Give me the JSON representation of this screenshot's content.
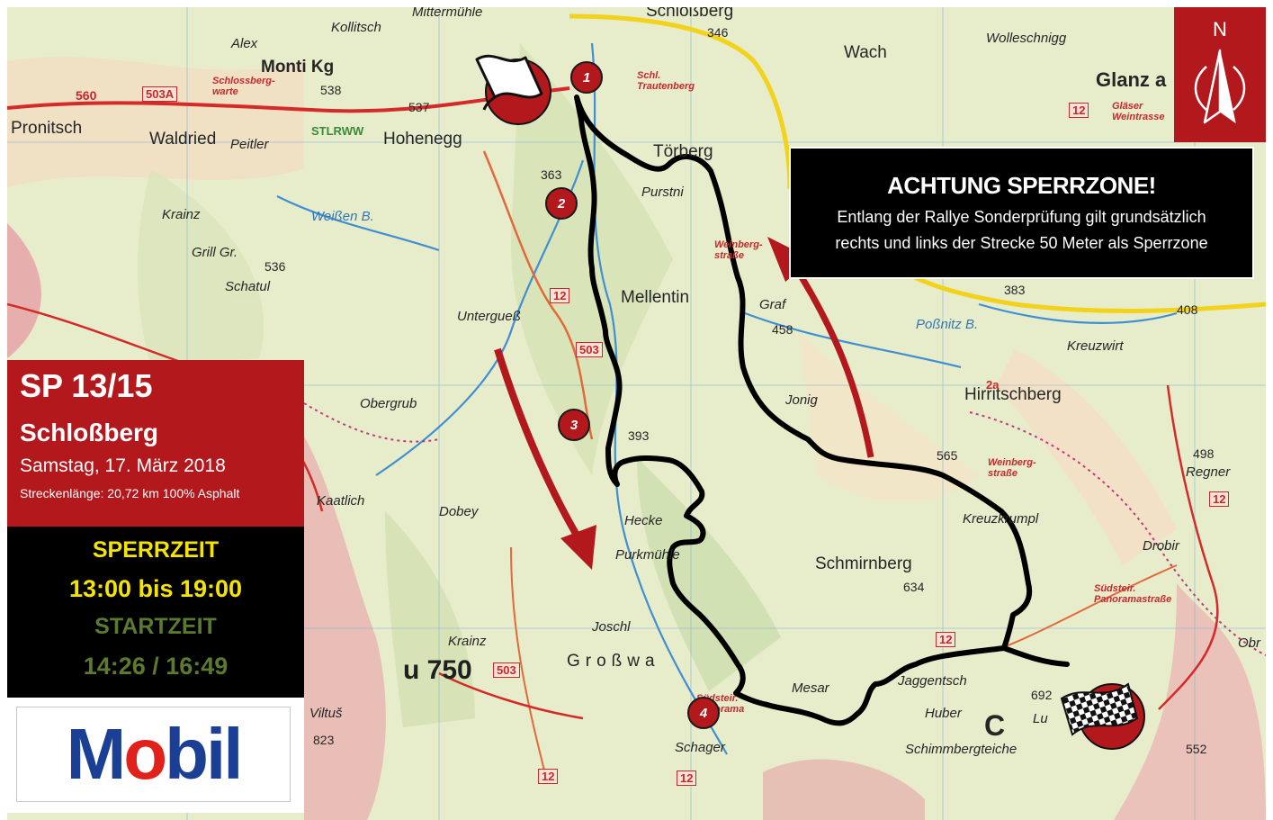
{
  "stage": {
    "code": "SP 13/15",
    "name": "Schloßberg",
    "date": "Samstag, 17. März 2018",
    "length": "Streckenlänge: 20,72 km 100% Asphalt"
  },
  "times": {
    "sperrzeit_label": "SPERRZEIT",
    "sperrzeit_value": "13:00 bis 19:00",
    "startzeit_label": "STARTZEIT",
    "startzeit_value": "14:26 / 16:49",
    "label_color": "#f4e400",
    "start_color": "#5b7a2e"
  },
  "warning": {
    "title": "ACHTUNG SPERRZONE!",
    "line1": "Entlang der Rallye Sonderprüfung gilt grundsätzlich",
    "line2": "rechts und links der Strecke 50 Meter als Sperrzone"
  },
  "compass": {
    "label": "N",
    "icon": "north-arrow-icon"
  },
  "logo": {
    "text": "Mobil",
    "blue": "#1b3f94",
    "red": "#e1221a",
    "icon": "mobil-logo"
  },
  "markers": [
    {
      "label": "1"
    },
    {
      "label": "2"
    },
    {
      "label": "3"
    },
    {
      "label": "4"
    }
  ],
  "icons": {
    "start": "start-flag-icon",
    "finish": "checkered-flag-icon"
  },
  "colors": {
    "brand_red": "#b3181c",
    "route": "#000000",
    "yellow_road": "#f2d21a"
  },
  "map_labels": {
    "alex": "Alex",
    "kollisch": "Kollitsch",
    "mittermuehle": "Mittermühle",
    "schlossberg_top": "Schloßberg",
    "n346": "346",
    "wach": "Wach",
    "wolleschnigg": "Wolleschnigg",
    "glanz": "Glanz a",
    "monti": "Monti Kg",
    "n538": "538",
    "r560": "560",
    "r503a": "503A",
    "schlossbergwarte": "Schlossberg-warte",
    "n537": "537",
    "schl_trautenberg": "Schl. Trautenberg",
    "glaeserweintrasse": "Gläser Weintrasse",
    "prontitsch": "Pronitsch",
    "waldried": "Waldried",
    "peitler": "Peitler",
    "stlrww": "STLRWW",
    "hohenegg": "Hohenegg",
    "toerberg": "Törberg",
    "n363": "363",
    "purstni": "Purstni",
    "krainz1": "Krainz",
    "weissen": "Weißen B.",
    "grillgr": "Grill Gr.",
    "n536": "536",
    "schatul": "Schatul",
    "r12a": "12",
    "mellentin": "Mellentin",
    "weinbergstrasse1": "Weinberg-straße",
    "untergues": "Untergueß",
    "n383": "383",
    "n408": "408",
    "graf": "Graf",
    "n458": "458",
    "possnitz": "Poßnitz B.",
    "kreuzwirt": "Kreuzwirt",
    "r503b": "503",
    "jonig": "Jonig",
    "hirritschberg": "Hirritschberg",
    "n2a": "2a",
    "obergrub": "Obergrub",
    "n393": "393",
    "n565": "565",
    "n498": "498",
    "regner": "Regner",
    "dobey": "Dobey",
    "kaatlich": "Kaatlich",
    "hecke": "Hecke",
    "kreuzkrumpl": "Kreuzkrumpl",
    "weinbergstrasse2": "Weinberg-straße",
    "r12b": "12",
    "purkmuehle": "Purkmühle",
    "schmirnberg": "Schmirnberg",
    "n634": "634",
    "drobir": "Drobir",
    "panorama1": "Südsteir. Panoramastraße",
    "joschl": "Joschl",
    "krainz2": "Krainz",
    "grossw": "Großwa",
    "r12c": "12",
    "obr": "Obr",
    "u750": "u 750",
    "r503c": "503",
    "viltus": "Viltuš",
    "n823": "823",
    "mesar": "Mesar",
    "jaggentsch": "Jaggentsch",
    "n692": "692",
    "huber": "Huber",
    "lu": "Lu",
    "c": "C",
    "schager": "Schager",
    "schimmbergteiche": "Schimmbergteiche",
    "n552": "552",
    "r12d": "12",
    "r12e": "12",
    "r12f": "12",
    "panorama2": "Südsteir. Panorama"
  }
}
